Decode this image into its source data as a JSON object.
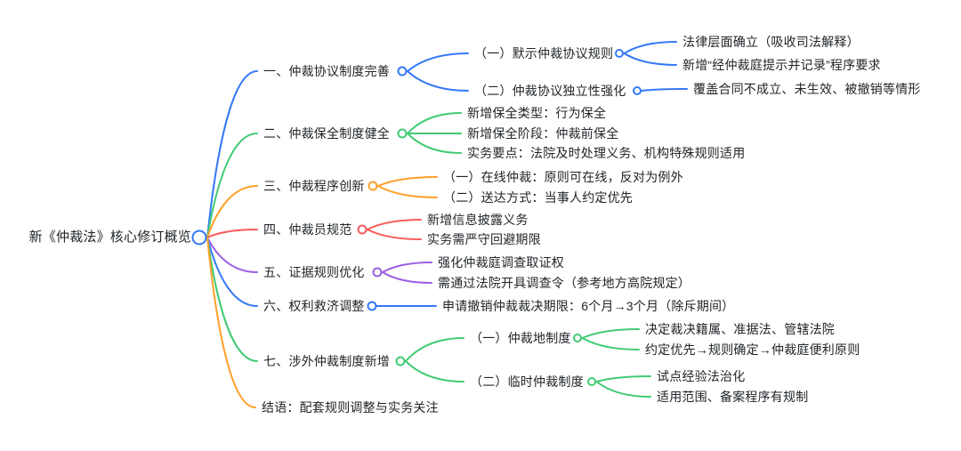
{
  "palette": {
    "blue": "#3478F6",
    "green": "#41CB74",
    "orange": "#FFA12A",
    "red": "#F85D5C",
    "purple": "#9C5EE4",
    "text": "#212529",
    "background": "#FFFFFF"
  },
  "rootId": "root",
  "nodes": {
    "root": {
      "label": "新《仲裁法》核心修订概览",
      "children": [
        "b1",
        "b2",
        "b3",
        "b4",
        "b5",
        "b6",
        "b7",
        "b8"
      ]
    },
    "b1": {
      "label": "一、仲裁协议制度完善",
      "color": "blue",
      "children": [
        "b1s1",
        "b1s2"
      ]
    },
    "b1s1": {
      "label": "（一）默示仲裁协议规则",
      "children": [
        "b1s1l1",
        "b1s1l2"
      ]
    },
    "b1s1l1": {
      "label": "法律层面确立（吸收司法解释）"
    },
    "b1s1l2": {
      "label": "新增“经仲裁庭提示并记录”程序要求"
    },
    "b1s2": {
      "label": "（二）仲裁协议独立性强化",
      "children": [
        "b1s2l1"
      ]
    },
    "b1s2l1": {
      "label": "覆盖合同不成立、未生效、被撤销等情形"
    },
    "b2": {
      "label": "二、仲裁保全制度健全",
      "color": "green",
      "children": [
        "b2l1",
        "b2l2",
        "b2l3"
      ]
    },
    "b2l1": {
      "label": "新增保全类型：行为保全"
    },
    "b2l2": {
      "label": "新增保全阶段：仲裁前保全"
    },
    "b2l3": {
      "label": "实务要点：法院及时处理义务、机构特殊规则适用"
    },
    "b3": {
      "label": "三、仲裁程序创新",
      "color": "orange",
      "children": [
        "b3l1",
        "b3l2"
      ]
    },
    "b3l1": {
      "label": "（一）在线仲裁：原则可在线，反对为例外"
    },
    "b3l2": {
      "label": "（二）送达方式：当事人约定优先"
    },
    "b4": {
      "label": "四、仲裁员规范",
      "color": "red",
      "children": [
        "b4l1",
        "b4l2"
      ]
    },
    "b4l1": {
      "label": "新增信息披露义务"
    },
    "b4l2": {
      "label": "实务需严守回避期限"
    },
    "b5": {
      "label": "五、证据规则优化",
      "color": "purple",
      "children": [
        "b5l1",
        "b5l2"
      ]
    },
    "b5l1": {
      "label": "强化仲裁庭调查取证权"
    },
    "b5l2": {
      "label": "需通过法院开具调查令（参考地方高院规定）"
    },
    "b6": {
      "label": "六、权利救济调整",
      "color": "blue",
      "children": [
        "b6l1"
      ]
    },
    "b6l1": {
      "label": "申请撤销仲裁裁决期限：6个月→3个月（除斥期间）"
    },
    "b7": {
      "label": "七、涉外仲裁制度新增",
      "color": "green",
      "children": [
        "b7s1",
        "b7s2"
      ]
    },
    "b7s1": {
      "label": "（一）仲裁地制度",
      "children": [
        "b7s1l1",
        "b7s1l2"
      ]
    },
    "b7s1l1": {
      "label": "决定裁决籍属、准据法、管辖法院"
    },
    "b7s1l2": {
      "label": "约定优先→规则确定→仲裁庭便利原则"
    },
    "b7s2": {
      "label": "（二）临时仲裁制度",
      "children": [
        "b7s2l1",
        "b7s2l2"
      ]
    },
    "b7s2l1": {
      "label": "试点经验法治化"
    },
    "b7s2l2": {
      "label": "适用范围、备案程序有规制"
    },
    "b8": {
      "label": "结语：配套规则调整与实务关注",
      "color": "orange"
    }
  }
}
